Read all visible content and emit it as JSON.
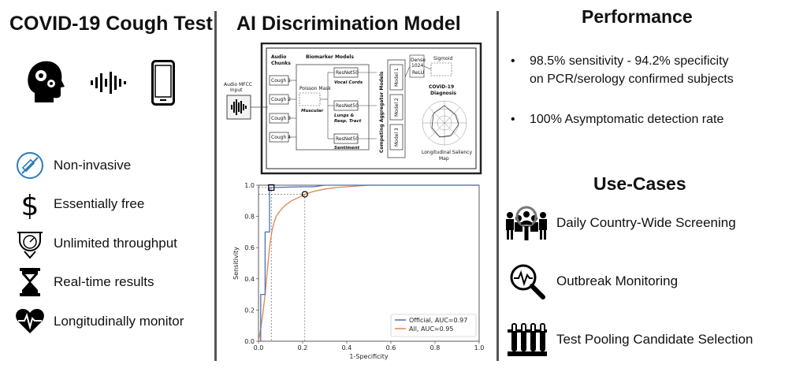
{
  "left": {
    "title": "COVID-19 Cough Test",
    "top_icons": [
      "head-gears-icon",
      "audio-wave-icon",
      "smartphone-icon"
    ],
    "features": [
      {
        "icon": "syringe-crossed-icon",
        "label": "Non-invasive"
      },
      {
        "icon": "dollar-icon",
        "label": "Essentially free"
      },
      {
        "icon": "throughput-gauge-icon",
        "label": "Unlimited throughput"
      },
      {
        "icon": "hourglass-icon",
        "label": "Real-time results"
      },
      {
        "icon": "heart-pulse-icon",
        "label": "Longitudinally monitor"
      }
    ]
  },
  "middle": {
    "title": "AI Discrimination Model",
    "diagram": {
      "input_label_1": "Audio MFCC",
      "input_label_2": "Input",
      "chunks_header_1": "Audio",
      "chunks_header_2": "Chunks",
      "coughs": [
        "Cough 1",
        "Cough 2",
        "Cough 3",
        "Cough 4"
      ],
      "biomarker_header": "Biomarker Models",
      "poisson_label": "Poisson Mask",
      "muscular_label": "Muscular",
      "resnet_label": "ResNet50",
      "biomarkers": [
        "Vocal Cords",
        "Lungs &",
        "Resp. Tract",
        "Sentiment"
      ],
      "aggregator_label": "Competing Aggregator Models",
      "models": [
        "Model 1",
        "Model 2",
        "Model 3"
      ],
      "dense_1": "Dense",
      "dense_2": "1024",
      "relu": "ReLU",
      "sigmoid": "Sigmoid",
      "diagnosis_1": "COVID-19",
      "diagnosis_2": "Diagnosis",
      "saliency_1": "Longitudinal Saliency",
      "saliency_2": "Map"
    }
  },
  "right": {
    "performance_title": "Performance",
    "bullets": [
      [
        "98.5% sensitivity - 94.2% specificity",
        "on PCR/serology confirmed subjects"
      ],
      [
        "100% Asymptomatic detection rate"
      ]
    ],
    "bullet_char": "•",
    "usecases_title": "Use-Cases",
    "usecases": [
      {
        "icon": "crowd-screening-icon",
        "label": "Daily Country-Wide Screening"
      },
      {
        "icon": "outbreak-magnifier-icon",
        "label": "Outbreak Monitoring"
      },
      {
        "icon": "test-tubes-icon",
        "label": "Test Pooling Candidate Selection"
      }
    ]
  },
  "chart_data": {
    "type": "line",
    "xlabel": "1-Specificity",
    "ylabel": "Sensitivity",
    "xlim": [
      0,
      1
    ],
    "ylim": [
      0,
      1
    ],
    "xticks": [
      "0.0",
      "0.2",
      "0.4",
      "0.6",
      "0.8",
      "1.0"
    ],
    "yticks": [
      "0.0",
      "0.2",
      "0.4",
      "0.6",
      "0.8",
      "1.0"
    ],
    "legend_position": "bottom-right",
    "series": [
      {
        "name": "Official, AUC=0.97",
        "color": "#4c72b0",
        "x": [
          0,
          0.01,
          0.01,
          0.03,
          0.03,
          0.05,
          0.05,
          0.06,
          0.06,
          0.2,
          0.25,
          0.3,
          0.5,
          1.0
        ],
        "y": [
          0,
          0,
          0.3,
          0.3,
          0.7,
          0.7,
          0.985,
          0.985,
          0.985,
          0.99,
          0.99,
          1.0,
          1.0,
          1.0
        ]
      },
      {
        "name": "All, AUC=0.95",
        "color": "#dd8452",
        "x": [
          0,
          0.01,
          0.02,
          0.03,
          0.04,
          0.05,
          0.06,
          0.07,
          0.08,
          0.1,
          0.12,
          0.15,
          0.18,
          0.21,
          0.25,
          0.3,
          0.35,
          0.4,
          0.5,
          1.0
        ],
        "y": [
          0,
          0.08,
          0.18,
          0.3,
          0.45,
          0.6,
          0.7,
          0.76,
          0.8,
          0.84,
          0.87,
          0.9,
          0.92,
          0.942,
          0.96,
          0.975,
          0.985,
          0.99,
          1.0,
          1.0
        ]
      }
    ],
    "operating_points": [
      {
        "x": 0.058,
        "y": 0.985,
        "shape": "square"
      },
      {
        "x": 0.21,
        "y": 0.942,
        "shape": "circle"
      }
    ]
  }
}
